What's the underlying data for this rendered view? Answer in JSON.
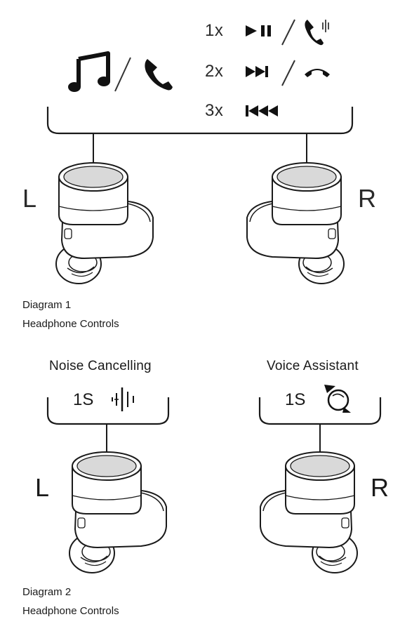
{
  "diagram1": {
    "taps": [
      {
        "count": "1x",
        "action_icons": [
          "play-pause-icon",
          "answer-call-icon"
        ]
      },
      {
        "count": "2x",
        "action_icons": [
          "next-track-icon",
          "end-call-icon"
        ]
      },
      {
        "count": "3x",
        "action_icons": [
          "previous-track-icon"
        ]
      }
    ],
    "mode_icons": [
      "music-note-icon",
      "phone-icon"
    ],
    "left_label": "L",
    "right_label": "R",
    "caption_line1": "Diagram 1",
    "caption_line2": "Headphone Controls"
  },
  "diagram2": {
    "left_function": "Noise Cancelling",
    "left_duration": "1S",
    "left_icon": "noise-cancelling-icon",
    "right_function": "Voice Assistant",
    "right_duration": "1S",
    "right_icon": "voice-assistant-icon",
    "left_label": "L",
    "right_label": "R",
    "caption_line1": "Diagram 2",
    "caption_line2": "Headphone Controls"
  }
}
